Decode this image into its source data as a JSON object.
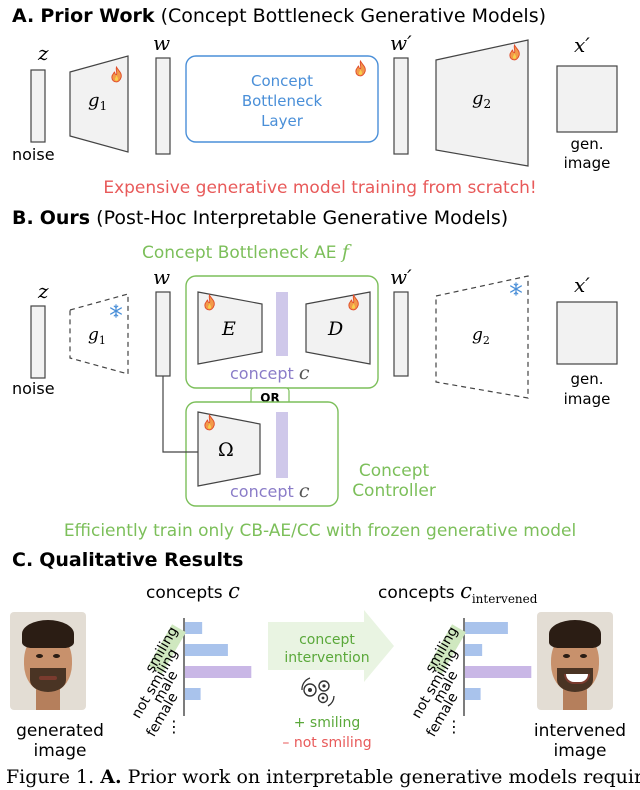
{
  "section_a": {
    "label": "A.",
    "title_bold": "Prior Work",
    "title_rest": "(Concept Bottleneck Generative Models)",
    "z": "z",
    "w": "w",
    "w_prime": "w′",
    "x_prime": "x′",
    "g1": "g",
    "g1_sub": "1",
    "g2": "g",
    "g2_sub": "2",
    "cb_layer": [
      "Concept",
      "Bottleneck",
      "Layer"
    ],
    "noise": "noise",
    "gen_image": [
      "gen.",
      "image"
    ],
    "caption": "Expensive generative model training from scratch!"
  },
  "section_b": {
    "label": "B.",
    "title_bold": "Ours",
    "title_rest": "(Post-Hoc Interpretable Generative Models)",
    "cbae_label": "Concept Bottleneck AE",
    "cbae_symbol": "f",
    "z": "z",
    "w": "w",
    "w_prime": "w′",
    "x_prime": "x′",
    "g1": "g",
    "g1_sub": "1",
    "g2": "g",
    "g2_sub": "2",
    "encoder": "E",
    "decoder": "D",
    "omega": "Ω",
    "concept_text": "concept",
    "concept_symbol": "c",
    "or_label": "OR",
    "controller": [
      "Concept",
      "Controller"
    ],
    "noise": "noise",
    "gen_image": [
      "gen.",
      "image"
    ],
    "caption": "Efficiently train only CB-AE/CC with frozen generative model"
  },
  "section_c": {
    "label": "C.",
    "title_bold": "Qualitative Results",
    "concepts_left": "concepts",
    "concepts_symbol": "c",
    "concepts_right": "concepts",
    "intervened_sub": "intervened",
    "intervention": [
      "concept",
      "intervention"
    ],
    "plus_smiling": "+ smiling",
    "minus_not_smiling": "– not smiling",
    "generated_image": [
      "generated",
      "image"
    ],
    "intervened_image": [
      "intervened",
      "image"
    ],
    "concept_labels": [
      "smiling",
      "not smiling",
      "male",
      "female"
    ],
    "ellipsis": "⋮"
  },
  "chart_data": [
    {
      "type": "bar",
      "categories": [
        "smiling",
        "not smiling",
        "male",
        "female"
      ],
      "values": [
        0.22,
        0.55,
        0.85,
        0.2
      ],
      "xlim": [
        0,
        1
      ]
    },
    {
      "type": "bar",
      "categories": [
        "smiling",
        "not smiling",
        "male",
        "female"
      ],
      "values": [
        0.55,
        0.22,
        0.85,
        0.2
      ],
      "xlim": [
        0,
        1
      ]
    }
  ],
  "figure_caption": {
    "prefix": "Figure 1.",
    "bold": "A.",
    "text": "Prior work on interpretable generative models requires"
  },
  "colors": {
    "blue": "#4a8fd8",
    "green": "#7cbf5a",
    "red": "#e85a5a",
    "purple": "#8a7cc8",
    "bar_left": "#a9c3ec",
    "bar_right_smile": "#a9c3ec",
    "bar_male": "#c9b7e6",
    "box_fill": "#f2f2f2",
    "box_stroke": "#444444"
  },
  "icons": [
    "flame-icon",
    "snowflake-icon",
    "gear-icon"
  ]
}
